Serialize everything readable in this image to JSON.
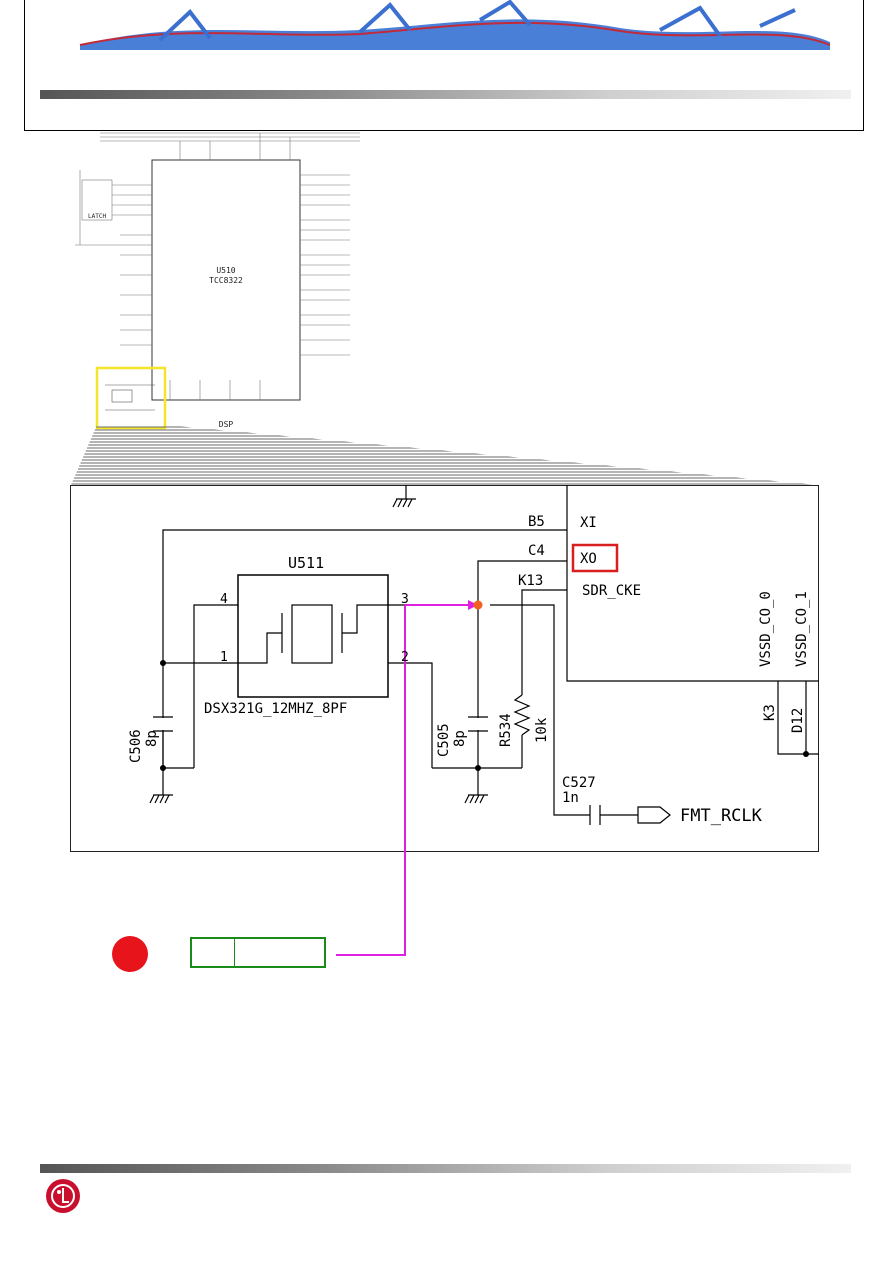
{
  "overview": {
    "chip_ref": "U510",
    "chip_part": "TCC8322",
    "latch_label": "LATCH",
    "block_label": "DSP"
  },
  "detail": {
    "crystal_ref": "U511",
    "crystal_part": "DSX321G_12MHZ_8PF",
    "crystal_pins": [
      "4",
      "1",
      "3",
      "2"
    ],
    "chip_pins": {
      "b5": "B5",
      "xi": "XI",
      "c4": "C4",
      "xo": "XO",
      "k13": "K13",
      "sdr_cke": "SDR_CKE",
      "vssd0": "VSSD_CO_0",
      "vssd1": "VSSD_CO_1",
      "k3": "K3",
      "d12": "D12"
    },
    "c506_ref": "C506",
    "c506_val": "8p",
    "c505_ref": "C505",
    "c505_val": "8p",
    "r534_ref": "R534",
    "r534_val": "10k",
    "c527_ref": "C527",
    "c527_val": "1n",
    "net_label": "FMT_RCLK"
  },
  "colors": {
    "highlight_yellow": "#f5e52a",
    "xo_box_red": "#d81e1e",
    "probe_magenta": "#e020e0",
    "probe_point": "#f06020",
    "legend_green": "#1a8a1a",
    "dot_red": "#e8141c",
    "lg_red": "#c8102e"
  },
  "footer": {
    "logo_text": "LG"
  }
}
